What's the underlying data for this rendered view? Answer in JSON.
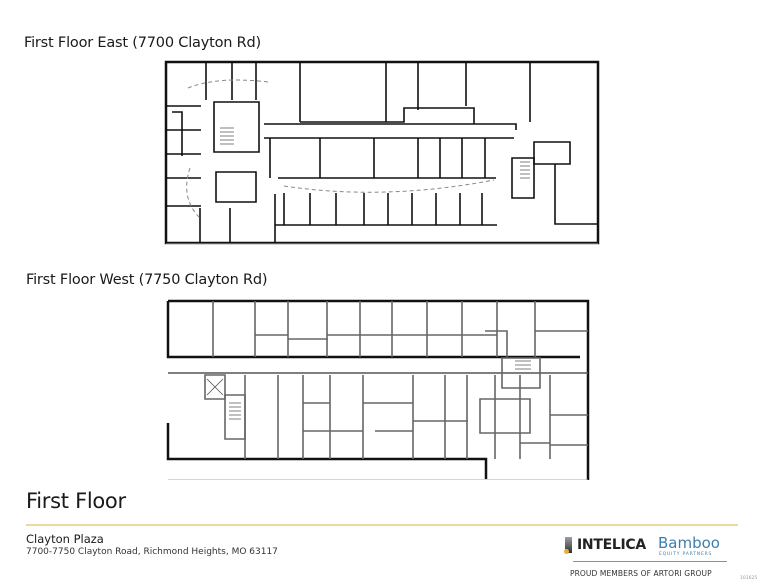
{
  "plans": {
    "east_title": "First Floor East (7700 Clayton Rd)",
    "west_title": "First Floor West (7750 Clayton Rd)"
  },
  "footer": {
    "heading": "First Floor",
    "building": "Clayton Plaza",
    "address": "7700-7750 Clayton Road, Richmond Heights, MO 63117",
    "logo_intelica": "INTELICA",
    "logo_bamboo": "Bamboo",
    "logo_bamboo_sub": "EQUITY PARTNERS",
    "tagline": "PROUD MEMBERS OF ARTORI GROUP",
    "code": "101625",
    "accent_gold": "#e8d9a0",
    "accent_orange": "#d9774a",
    "brand_blue": "#3b7fb0"
  }
}
